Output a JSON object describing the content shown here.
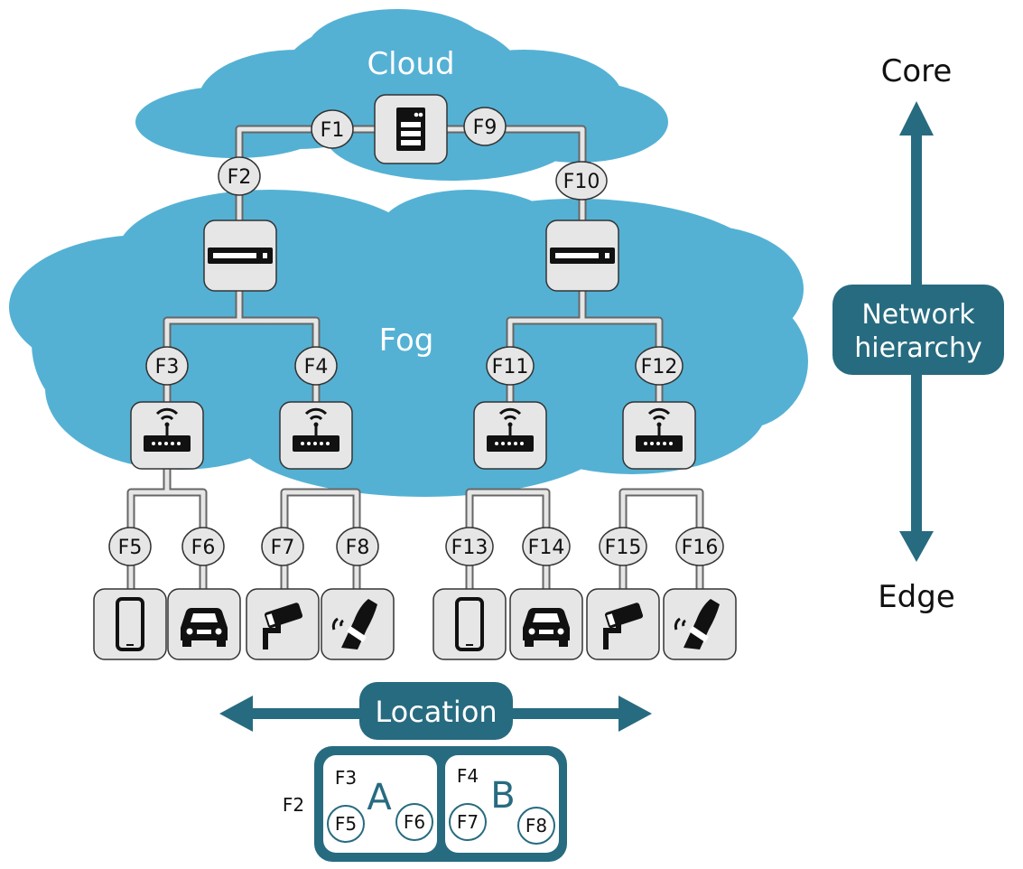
{
  "labels": {
    "cloud": "Cloud",
    "fog": "Fog",
    "core": "Core",
    "edge": "Edge",
    "network": "Network",
    "hierarchy": "hierarchy",
    "location": "Location"
  },
  "functions": {
    "f1": "F1",
    "f2": "F2",
    "f3": "F3",
    "f4": "F4",
    "f5": "F5",
    "f6": "F6",
    "f7": "F7",
    "f8": "F8",
    "f9": "F9",
    "f10": "F10",
    "f11": "F11",
    "f12": "F12",
    "f13": "F13",
    "f14": "F14",
    "f15": "F15",
    "f16": "F16"
  },
  "legend": {
    "parent": "F2",
    "group_a": {
      "name": "A",
      "parent": "F3",
      "children": [
        "F5",
        "F6"
      ]
    },
    "group_b": {
      "name": "B",
      "parent": "F4",
      "children": [
        "F7",
        "F8"
      ]
    }
  },
  "colors": {
    "cloud_blue": "#54b1d4",
    "dark_teal": "#276b80",
    "node_fill": "#e6e6e6",
    "line_gray": "#666666"
  },
  "icons": [
    "server-icon",
    "switch-icon",
    "router-icon",
    "phone-icon",
    "car-icon",
    "camera-icon",
    "wearable-icon"
  ]
}
